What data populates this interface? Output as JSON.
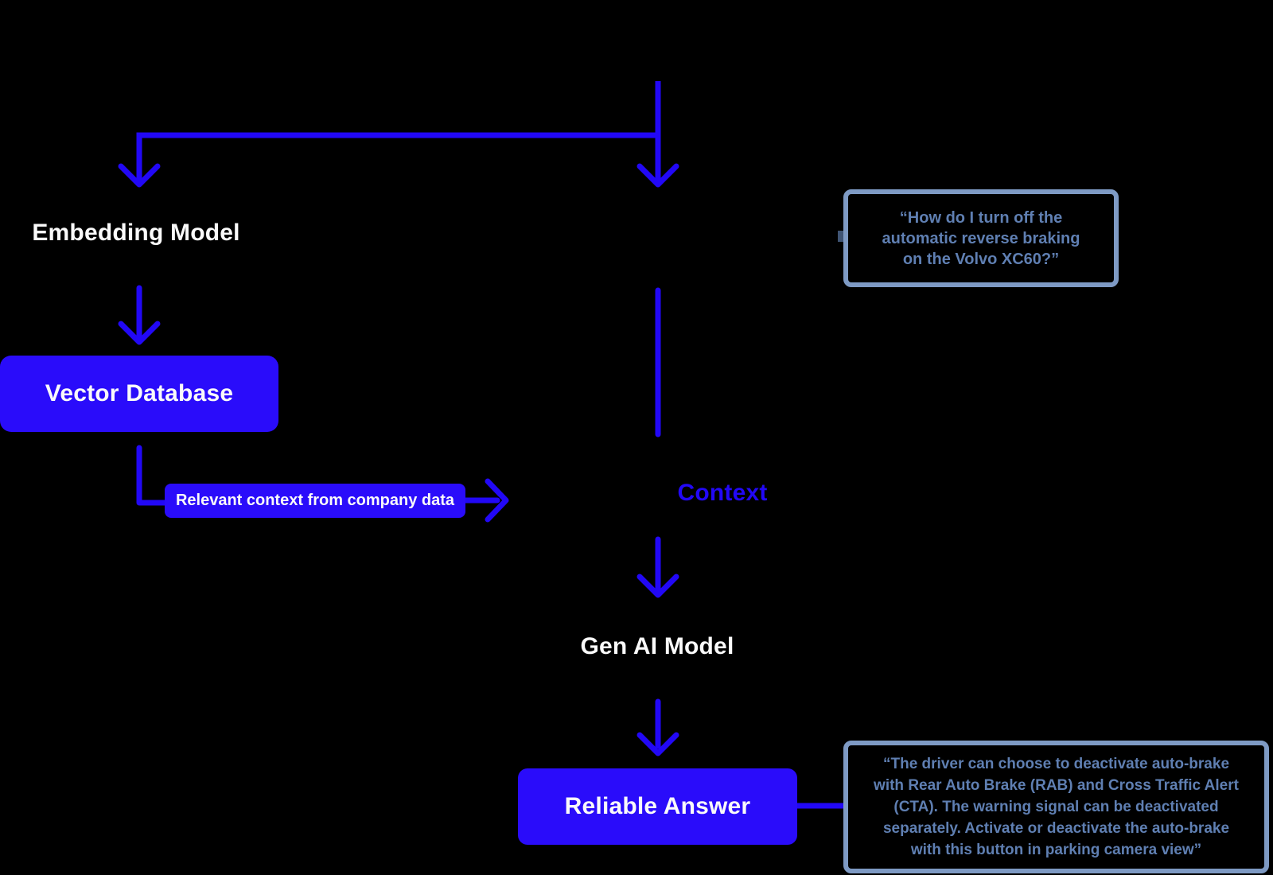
{
  "colors": {
    "background": "#000000",
    "flow_blue": "#2208F6",
    "node_blue": "#2A0CFA",
    "quote_border": "#7E9AC4",
    "quote_text": "#5F7FB2",
    "label_text": "#FAFAFA"
  },
  "nodes": {
    "embedding_model": {
      "label": "Embedding Model"
    },
    "vector_database": {
      "label": "Vector Database"
    },
    "relevant_context": {
      "label": "Relevant context from company data"
    },
    "context": {
      "label": "Context"
    },
    "gen_ai_model": {
      "label": "Gen AI Model"
    },
    "reliable_answer": {
      "label": "Reliable Answer"
    }
  },
  "quotes": {
    "user_question": {
      "text": "“How do I turn off the\nautomatic reverse braking\non the Volvo XC60?”"
    },
    "answer": {
      "text": "“The driver can choose to deactivate auto-brake\nwith Rear Auto Brake (RAB) and Cross Traffic Alert\n(CTA). The warning signal can be deactivated\nseparately. Activate or deactivate the auto-brake\nwith this button in parking camera view”"
    }
  }
}
